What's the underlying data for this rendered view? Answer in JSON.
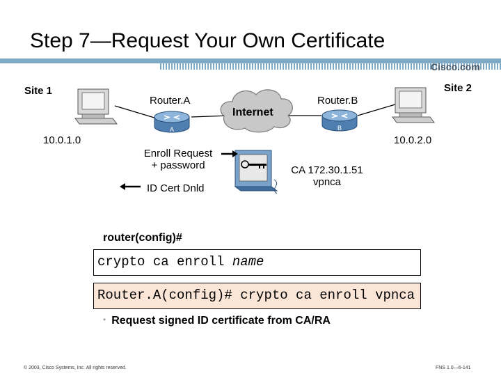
{
  "title": "Step 7—Request Your Own Certificate",
  "brand": "Cisco.com",
  "colors": {
    "title_bar": "#7fa9c4",
    "code_highlight": "#fbe5d6",
    "router": "#6f9bc7"
  },
  "diagram": {
    "site1": "Site 1",
    "site2": "Site 2",
    "router_a": "Router.A",
    "router_b": "Router.B",
    "router_a_badge": "A",
    "router_b_badge": "B",
    "internet": "Internet",
    "net1": "10.0.1.0",
    "net2": "10.0.2.0",
    "enroll_line1": "Enroll Request",
    "enroll_line2": "+ password",
    "id_cert": "ID Cert Dnld",
    "ca_line1": "CA 172.30.1.51",
    "ca_line2": "vpnca",
    "icons": [
      "pc-icon",
      "router-icon",
      "cloud-icon",
      "ca-server-icon",
      "key-icon"
    ]
  },
  "cli": {
    "prompt": "router(config)#",
    "command_keyword": "crypto ca enroll ",
    "command_arg": "name",
    "example": "Router.A(config)# crypto ca enroll vpnca"
  },
  "bullet": "Request signed ID certificate from CA/RA",
  "footer": {
    "left": "© 2003, Cisco Systems, Inc. All rights reserved.",
    "right": "FNS 1.0—6-141"
  }
}
